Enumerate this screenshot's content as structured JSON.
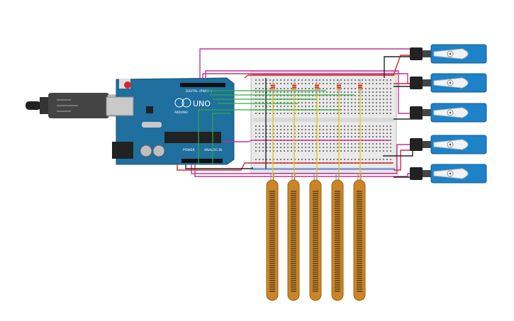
{
  "arduino": {
    "model": "UNO",
    "brand": "ARDUINO",
    "digital_header": "DIGITAL (PWM~)",
    "power_label": "POWER",
    "analog_label": "ANALOG IN"
  },
  "colors": {
    "board": "#1f6f9f",
    "wire_magenta": "#c2358f",
    "wire_red": "#d8262e",
    "wire_green": "#2fae3a",
    "wire_black": "#222222",
    "wire_yellow": "#e6c51a",
    "flex_body": "#c98526",
    "servo_blue": "#1c83c9",
    "breadboard": "#e9e9e9"
  },
  "components": {
    "servo_count": 5,
    "flex_sensor_count": 5,
    "resistor_count": 5
  }
}
